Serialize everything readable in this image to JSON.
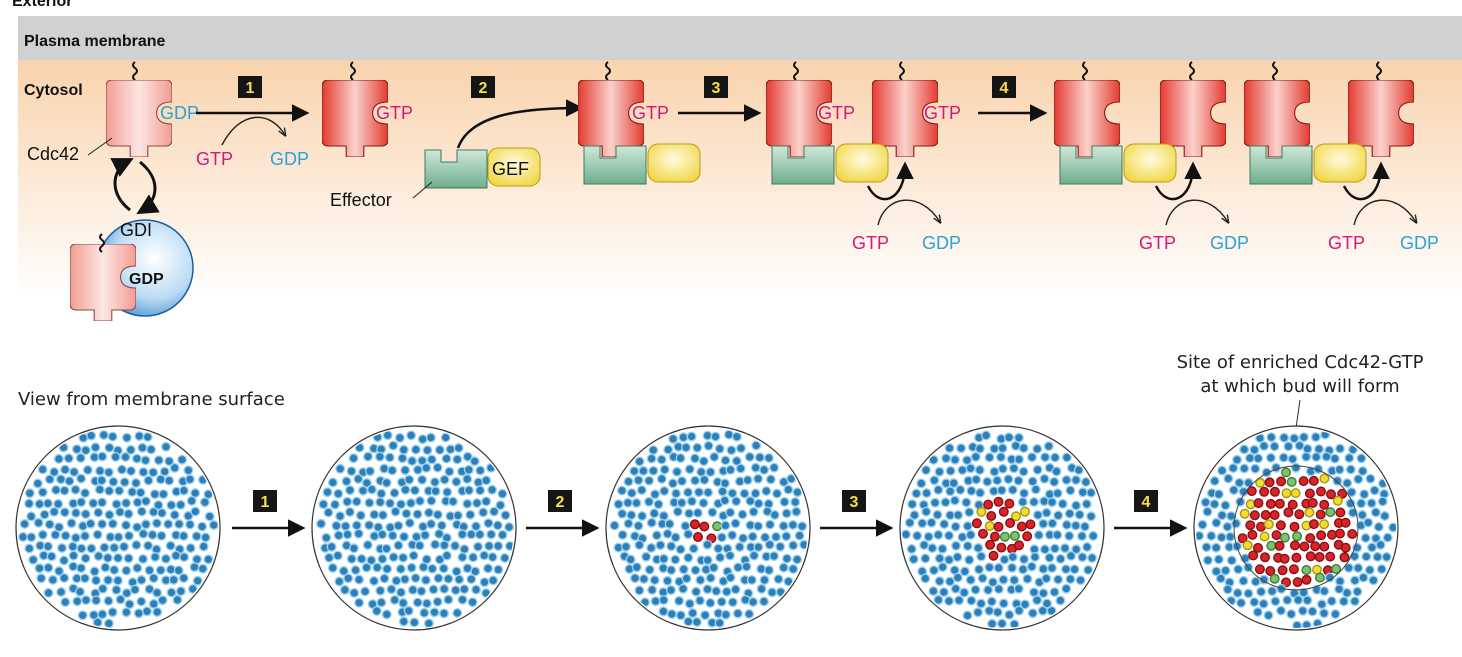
{
  "top_label": "Exterior",
  "membrane_label": "Plasma membrane",
  "cytosol_label": "Cytosol",
  "cdc42_label": "Cdc42",
  "gdi_label": "GDI",
  "gdp_bold_label": "GDP",
  "effector_label": "Effector",
  "gef_label": "GEF",
  "nucleotides": {
    "gtp": "GTP",
    "gdp": "GDP"
  },
  "steps": [
    "1",
    "2",
    "3",
    "4"
  ],
  "bottom_view_label": "View from membrane surface",
  "site_label_line1": "Site of enriched Cdc42-GTP",
  "site_label_line2": "at which bud will form",
  "colors": {
    "membrane": "#cfd1d3",
    "cytosol_top": "#f9d9b8",
    "cytosol_bottom": "#ffffff",
    "gtp_text": "#d4187a",
    "gdp_text": "#2aa3d8",
    "cdc42_gdp": "#f2a9a0",
    "cdc42_gtp": "#e9473a",
    "effector": "#7fb99a",
    "gef": "#f5e06a",
    "gdi": "#3b93d8",
    "dot_blue": "#2d7fb8",
    "dot_red": "#d8232a",
    "dot_green": "#7cc36e",
    "dot_yellow": "#f2dd2e",
    "step_box": "#151515",
    "step_text": "#f4e04a"
  }
}
